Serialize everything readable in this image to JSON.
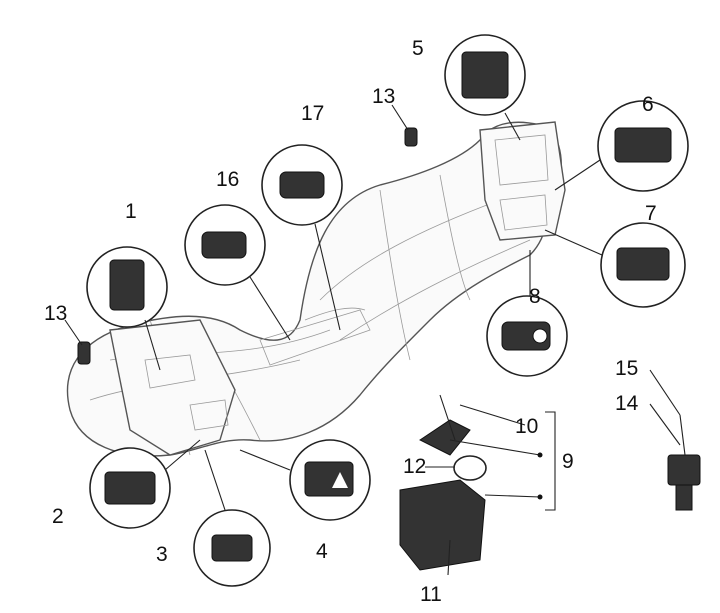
{
  "diagram": {
    "callouts": [
      "1",
      "2",
      "3",
      "4",
      "5",
      "6",
      "7",
      "8",
      "9",
      "10",
      "11",
      "12",
      "13",
      "13",
      "14",
      "15",
      "16",
      "17"
    ]
  }
}
